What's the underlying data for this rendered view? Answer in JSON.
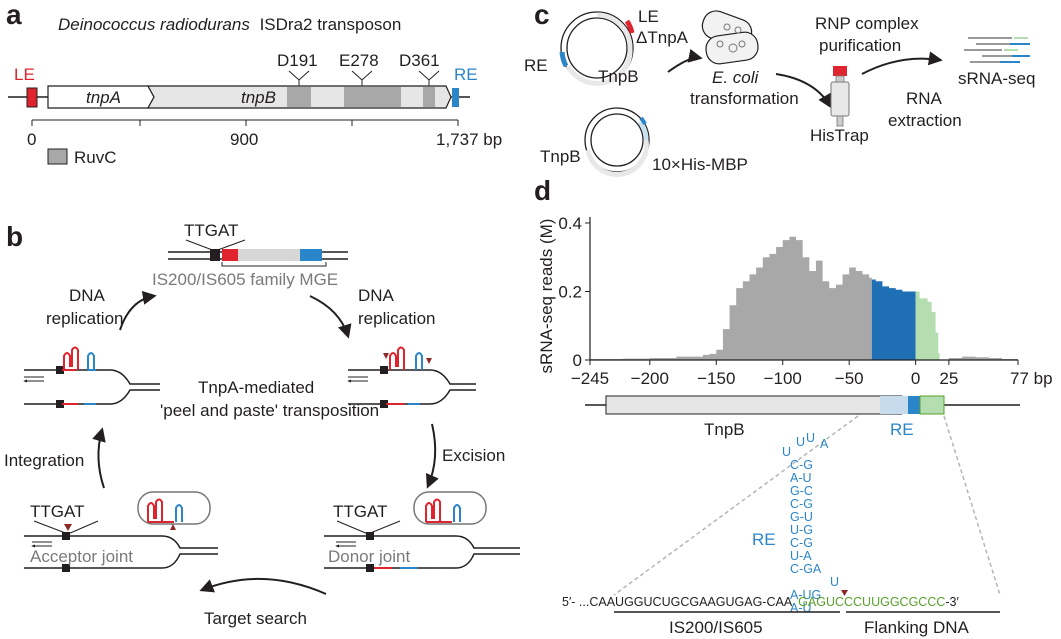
{
  "panel_labels": {
    "a": "a",
    "b": "b",
    "c": "c",
    "d": "d"
  },
  "panel_a": {
    "title_italic": "Deinococcus radiodurans",
    "title_rest": "ISDra2 transposon",
    "le_label": "LE",
    "re_label": "RE",
    "gene_tnpA": "tnpA",
    "gene_tnpB": "tnpB",
    "residues": [
      "D191",
      "E278",
      "D361"
    ],
    "scale_labels": [
      "0",
      "900",
      "1,737 bp"
    ],
    "legend_label": "RuvC"
  },
  "panel_b": {
    "motif_top": "TTGAT",
    "family_label": "IS200/IS605 family MGE",
    "dna_replication_left": [
      "DNA",
      "replication"
    ],
    "dna_replication_right": [
      "DNA",
      "replication"
    ],
    "center_text": [
      "TnpA-mediated",
      "'peel and paste' transposition"
    ],
    "integration": "Integration",
    "excision": "Excision",
    "motif_left": "TTGAT",
    "motif_right": "TTGAT",
    "acceptor_joint": "Acceptor joint",
    "donor_joint": "Donor joint",
    "target_search": "Target search"
  },
  "panel_c": {
    "plasmid1_le": "LE",
    "plasmid1_tnpa": "ΔTnpA",
    "plasmid1_re": "RE",
    "plasmid1_tnpb": "TnpB",
    "plasmid2_tnpb": "TnpB",
    "plasmid2_tag": "10×His-MBP",
    "transformation_italic": "E. coli",
    "transformation_rest": "transformation",
    "rnp_line1": "RNP complex",
    "rnp_line2": "purification",
    "histrap": "HisTrap",
    "rna_extraction": [
      "RNA",
      "extraction"
    ],
    "srna_seq": "sRNA-seq"
  },
  "chart_data": {
    "type": "area",
    "ylabel": "sRNA-seq reads (M)",
    "ylim": [
      0,
      0.4
    ],
    "yticks": [
      "0",
      "0.2",
      "0.4"
    ],
    "xlim": [
      -245,
      77
    ],
    "xticks": [
      -245,
      -200,
      -150,
      -100,
      -50,
      0,
      25,
      77
    ],
    "xtick_labels": [
      "−245",
      "−200",
      "−150",
      "−100",
      "−50",
      "0",
      "25",
      "77 bp"
    ],
    "series": [
      {
        "color": "#a8a8a8",
        "x": [
          -245,
          -220,
          -200,
          -180,
          -160,
          -155,
          -150,
          -145,
          -140,
          -135,
          -130,
          -125,
          -120,
          -115,
          -110,
          -105,
          -100,
          -95,
          -90,
          -85,
          -80,
          -75,
          -70,
          -65,
          -60,
          -55,
          -50,
          -45,
          -40,
          -35,
          -33
        ],
        "y": [
          0.003,
          0.004,
          0.006,
          0.01,
          0.015,
          0.018,
          0.03,
          0.09,
          0.16,
          0.21,
          0.23,
          0.25,
          0.27,
          0.3,
          0.31,
          0.33,
          0.35,
          0.36,
          0.35,
          0.3,
          0.26,
          0.29,
          0.23,
          0.21,
          0.22,
          0.25,
          0.27,
          0.26,
          0.25,
          0.24,
          0.235
        ]
      },
      {
        "color": "#1f6fb5",
        "x": [
          -33,
          -30,
          -25,
          -20,
          -15,
          -10,
          -5,
          0
        ],
        "y": [
          0.235,
          0.23,
          0.215,
          0.21,
          0.205,
          0.2,
          0.2,
          0.2
        ]
      },
      {
        "color": "#b4ddb0",
        "x": [
          0,
          3,
          6,
          9,
          12,
          15,
          17,
          18
        ],
        "y": [
          0.2,
          0.18,
          0.18,
          0.17,
          0.14,
          0.08,
          0.02,
          0.0
        ]
      },
      {
        "color": "#a8a8a8",
        "x": [
          18,
          25,
          35,
          45,
          55,
          65,
          77
        ],
        "y": [
          0.0,
          0.006,
          0.01,
          0.008,
          0.006,
          0.003,
          0.002
        ]
      }
    ]
  },
  "panel_d": {
    "tnpb_label": "TnpB",
    "re_label": "RE",
    "hairpin_loop": [
      "U",
      "U",
      "U",
      "A"
    ],
    "hairpin_pairs": [
      "C-G",
      "A-U",
      "G-C",
      "C-G",
      "G-U",
      "U-G",
      "C-G",
      "U-A",
      "C-GA",
      "U",
      "A-UG",
      "A-U"
    ],
    "stem_label": "RE",
    "seq_prefix": "5′- ...CAAUGGUCUGCGAAGUGAG-CAA",
    "seq_flank": "GAGUCCCUUGGCGCCC",
    "seq_suffix": "-3′",
    "bracket_left": "IS200/IS605",
    "bracket_right": "Flanking DNA"
  },
  "colors": {
    "red": "#e0242e",
    "blue": "#2a86c9",
    "green": "#5aa02c",
    "gray": "#a8a8a8",
    "dark": "#231f20",
    "maroon": "#8c2a2a"
  }
}
